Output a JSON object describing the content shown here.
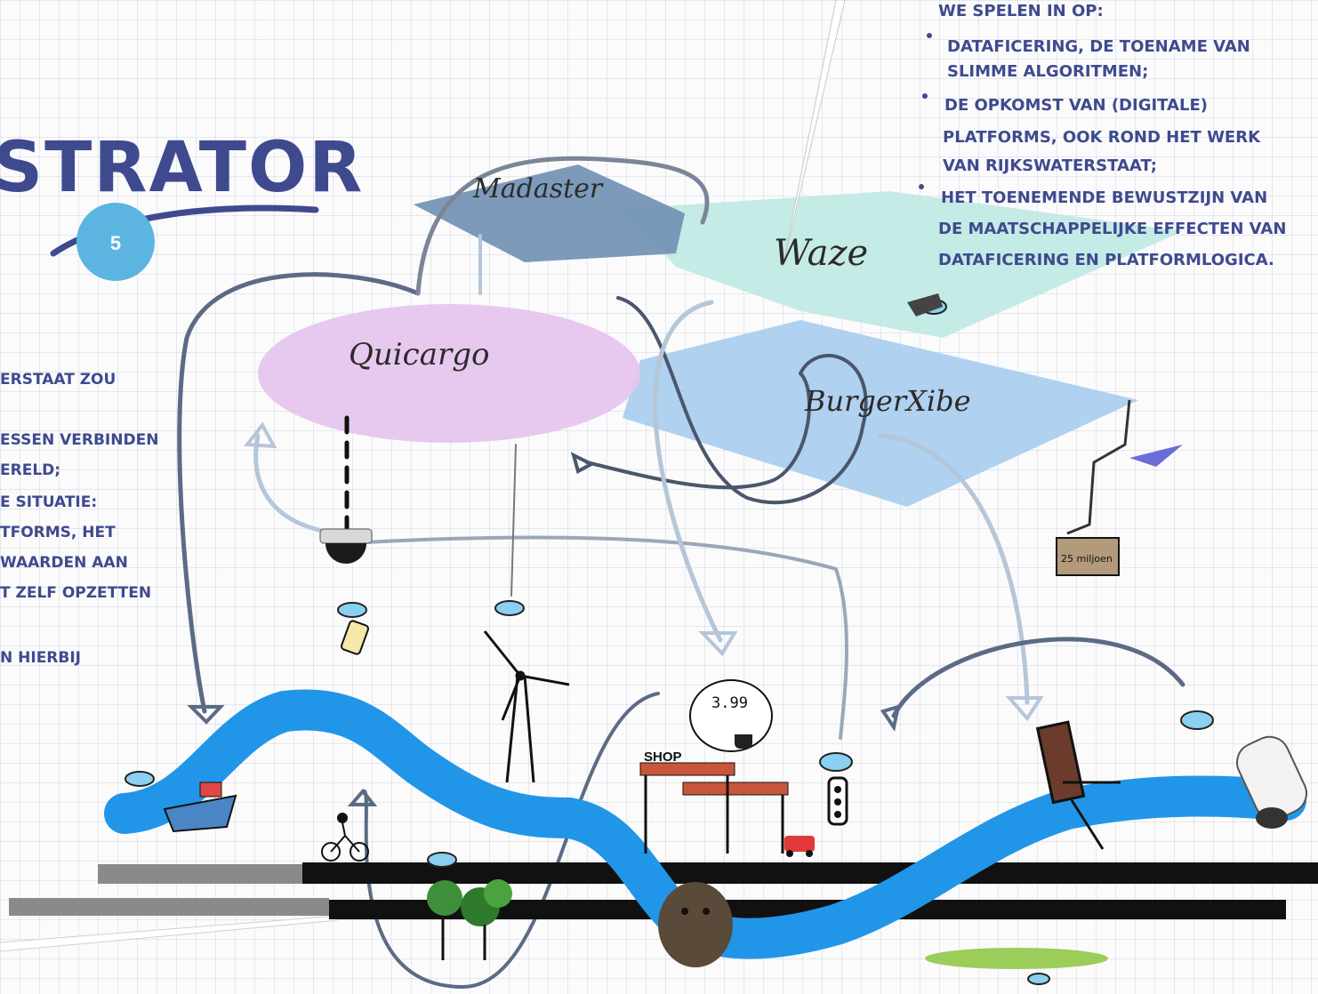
{
  "page": {
    "title": "STRATOR",
    "page_number": "5"
  },
  "intro": {
    "heading": "WE SPELEN IN OP:",
    "bullets": [
      [
        "DATAFICERING, DE TOENAME VAN",
        "SLIMME ALGORITMEN;"
      ],
      [
        "DE OPKOMST VAN (DIGITALE)",
        "PLATFORMS, OOK ROND HET WERK",
        "VAN RIJKSWATERSTAAT;"
      ],
      [
        "HET TOENEMENDE BEWUSTZIJN VAN",
        "DE MAATSCHAPPELIJKE EFFECTEN VAN",
        "DATAFICERING EN PLATFORMLOGICA."
      ]
    ]
  },
  "left_text": {
    "lines": [
      "ERSTAAT ZOU",
      "ESSEN VERBINDEN",
      "ERELD;",
      "E SITUATIE:",
      "TFORMS, HET",
      "WAARDEN AAN",
      "T ZELF OPZETTEN",
      "N HIERBIJ"
    ]
  },
  "platforms": {
    "madaster": "Madaster",
    "waze": "Waze",
    "quicargo": "Quicargo",
    "burgerxibe": "BurgerXibe"
  },
  "scene": {
    "price_label": "3.99",
    "shop_label": "SHOP",
    "suitcase_label": "25 miljoen"
  },
  "colors": {
    "ink": "#3f4a8e",
    "badge": "#5bb5e0",
    "river": "#2196e8",
    "quicargo": "#e6c6ee",
    "madaster": "#6f8fb3",
    "waze": "#bfe9e3",
    "burgerxibe": "#a9cdee"
  }
}
